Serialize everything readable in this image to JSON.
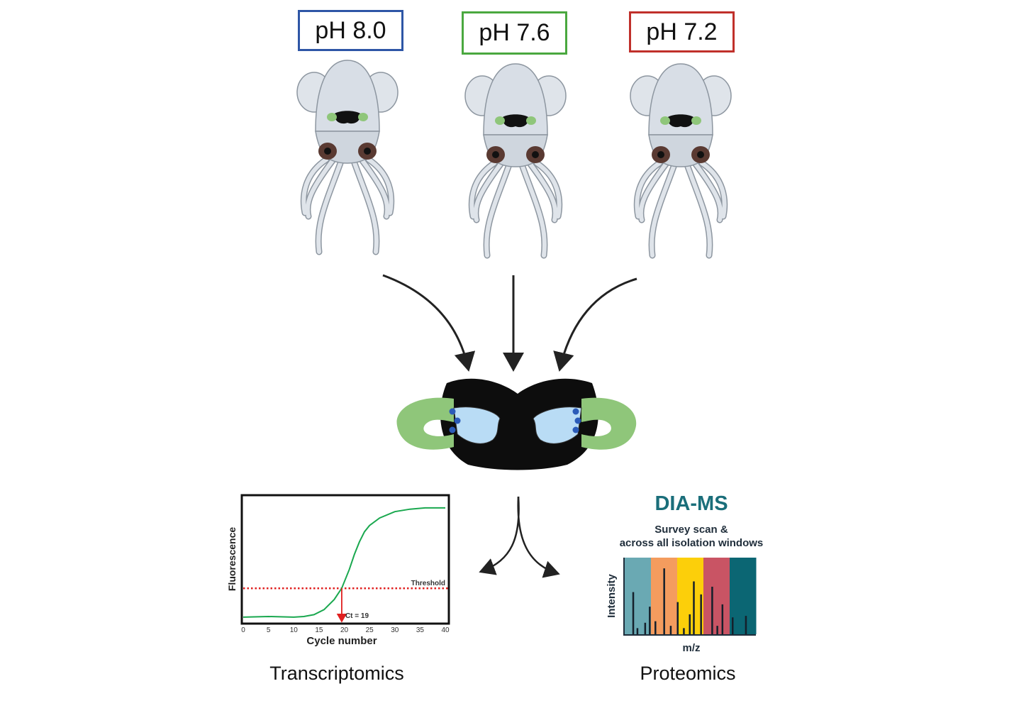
{
  "conditions": [
    {
      "label": "pH 8.0",
      "color": "#2e56a6"
    },
    {
      "label": "pH 7.6",
      "color": "#4aa83f"
    },
    {
      "label": "pH 7.2",
      "color": "#c0302b"
    }
  ],
  "outputs": {
    "left": "Transcriptomics",
    "right": "Proteomics"
  },
  "chart_data": [
    {
      "type": "line",
      "title": "",
      "xlabel": "Cycle number",
      "ylabel": "Fluorescence",
      "xlim": [
        0,
        40
      ],
      "xticks": [
        "0",
        "5",
        "10",
        "15",
        "20",
        "25",
        "30",
        "35",
        "40"
      ],
      "threshold_label": "Threshold",
      "threshold": 0.27,
      "ct_label": "Ct = 19",
      "ct": 19.5,
      "series": [
        {
          "name": "amplification",
          "color": "#1aa84f",
          "x": [
            0,
            5,
            10,
            12,
            14,
            16,
            18,
            19.5,
            21,
            22,
            23,
            24,
            25,
            27,
            30,
            33,
            36,
            40
          ],
          "y": [
            0.04,
            0.045,
            0.04,
            0.045,
            0.06,
            0.1,
            0.18,
            0.27,
            0.42,
            0.54,
            0.64,
            0.72,
            0.77,
            0.83,
            0.88,
            0.9,
            0.91,
            0.91
          ]
        }
      ]
    },
    {
      "type": "bar",
      "title": "DIA-MS",
      "subtitle": [
        "Survey scan &",
        "across all isolation windows"
      ],
      "xlabel": "m/z",
      "ylabel": "Intensity",
      "windows": [
        "#6aa9b3",
        "#f49c5e",
        "#fccf0a",
        "#c95464",
        "#0b6673"
      ],
      "peaks_mz": [
        0.065,
        0.097,
        0.156,
        0.191,
        0.234,
        0.301,
        0.351,
        0.404,
        0.451,
        0.496,
        0.527,
        0.582,
        0.667,
        0.706,
        0.745,
        0.823,
        0.924
      ],
      "peaks_intensity": [
        0.55,
        0.08,
        0.15,
        0.36,
        0.17,
        0.86,
        0.11,
        0.42,
        0.08,
        0.26,
        0.69,
        0.52,
        0.62,
        0.11,
        0.39,
        0.22,
        0.24
      ]
    }
  ]
}
